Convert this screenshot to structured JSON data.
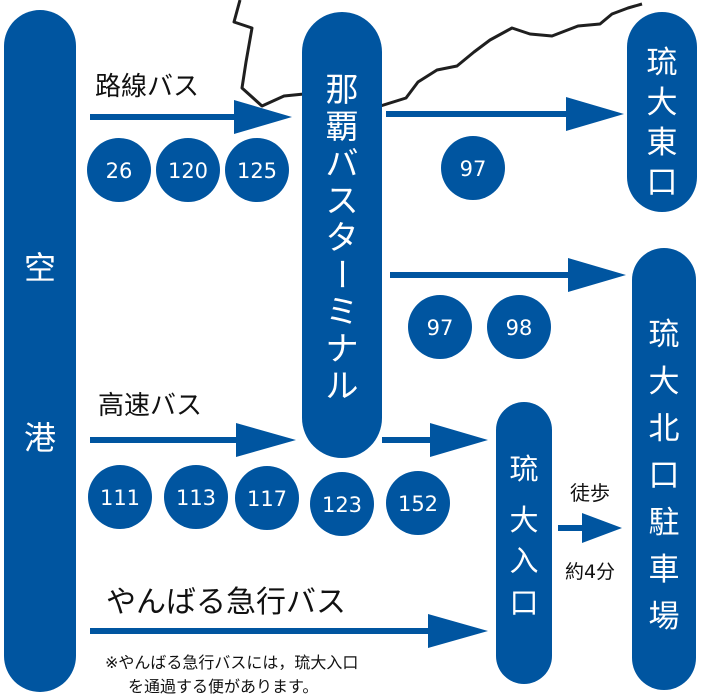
{
  "colors": {
    "blue": "#0055A0",
    "white": "#FFFFFF",
    "text": "#111111",
    "line": "#1F1F1F"
  },
  "stations": {
    "airport": [
      "空",
      "港"
    ],
    "naha_bus_terminal": [
      "那",
      "覇",
      "バ",
      "ス",
      "タ",
      "ー",
      "ミ",
      "ナ",
      "ル"
    ],
    "ryudai_higashiguchi": [
      "琉",
      "大",
      "東",
      "口"
    ],
    "ryudai_kitaguchi_parking": [
      "琉",
      "大",
      "北",
      "口",
      "駐",
      "車",
      "場"
    ],
    "ryudai_iriguchi": [
      "琉",
      "大",
      "入",
      "口"
    ]
  },
  "routes": {
    "local_bus_label": "路線バス",
    "express_bus_label": "高速バス",
    "yanbaru_bus_label": "やんばる急行バス",
    "walk_label": "徒歩",
    "walk_time": "約4分"
  },
  "bus_numbers": {
    "local": [
      "26",
      "120",
      "125"
    ],
    "to_higashiguchi": [
      "97"
    ],
    "to_kitaguchi": [
      "97",
      "98"
    ],
    "express": [
      "111",
      "113",
      "117",
      "123",
      "152"
    ]
  },
  "note": {
    "line1": "※やんばる急行バスには，琉大入口",
    "line2": "を通過する便があります。"
  }
}
